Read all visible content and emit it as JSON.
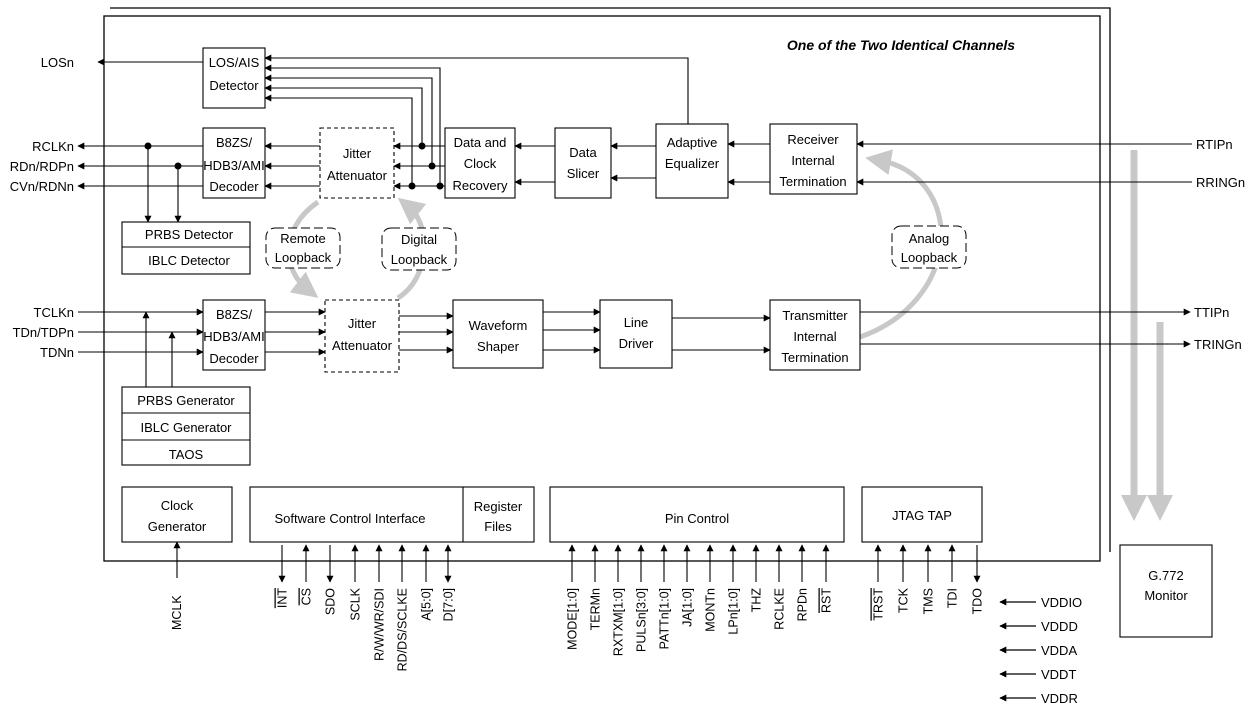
{
  "title": "One of the Two Identical Channels",
  "blocks": {
    "los_detector": [
      "LOS/AIS",
      "Detector"
    ],
    "rx_decoder": [
      "B8ZS/",
      "HDB3/AMI",
      "Decoder"
    ],
    "rx_jitter": [
      "Jitter",
      "Attenuator"
    ],
    "cdr": [
      "Data and",
      "Clock",
      "Recovery"
    ],
    "slicer": [
      "Data",
      "Slicer"
    ],
    "equalizer": [
      "Adaptive",
      "Equalizer"
    ],
    "rx_term": [
      "Receiver",
      "Internal",
      "Termination"
    ],
    "prbs_detector": "PRBS Detector",
    "iblc_detector": "IBLC Detector",
    "remote_loopback": [
      "Remote",
      "Loopback"
    ],
    "digital_loopback": [
      "Digital",
      "Loopback"
    ],
    "analog_loopback": [
      "Analog",
      "Loopback"
    ],
    "tx_encoder": [
      "B8ZS/",
      "HDB3/AMI",
      "Decoder"
    ],
    "tx_jitter": [
      "Jitter",
      "Attenuator"
    ],
    "waveform": [
      "Waveform",
      "Shaper"
    ],
    "line_driver": [
      "Line",
      "Driver"
    ],
    "tx_term": [
      "Transmitter",
      "Internal",
      "Termination"
    ],
    "prbs_generator": "PRBS Generator",
    "iblc_generator": "IBLC Generator",
    "taos": "TAOS",
    "clock_gen": [
      "Clock",
      "Generator"
    ],
    "software_ctrl": "Software Control Interface",
    "register_files": [
      "Register",
      "Files"
    ],
    "pin_control": "Pin Control",
    "jtag": "JTAG TAP",
    "monitor": [
      "G.772",
      "Monitor"
    ]
  },
  "signals": {
    "los": "LOSn",
    "rclk": "RCLKn",
    "rdn": "RDn/RDPn",
    "cvn": "CVn/RDNn",
    "tclk": "TCLKn",
    "tdn": "TDn/TDPn",
    "tdnn": "TDNn",
    "rtip": "RTIPn",
    "rring": "RRINGn",
    "ttip": "TTIPn",
    "tring": "TRINGn"
  },
  "mclk": "MCLK",
  "sw_pins": [
    "INT",
    "CS",
    "SDO",
    "SCLK",
    "R/W/WR/SDI",
    "RD/DS/SCLKE",
    "A[5:0]",
    "D[7:0]"
  ],
  "pc_pins": [
    "MODE[1:0]",
    "TERMn",
    "RXTXM[1:0]",
    "PULSn[3:0]",
    "PATTn[1:0]",
    "JA[1:0]",
    "MONTn",
    "LPn[1:0]",
    "THZ",
    "RCLKE",
    "RPDn",
    "RST"
  ],
  "jtag_pins": [
    "TRST",
    "TCK",
    "TMS",
    "TDI",
    "TDO"
  ],
  "power": [
    "VDDIO",
    "VDDD",
    "VDDA",
    "VDDT",
    "VDDR"
  ]
}
